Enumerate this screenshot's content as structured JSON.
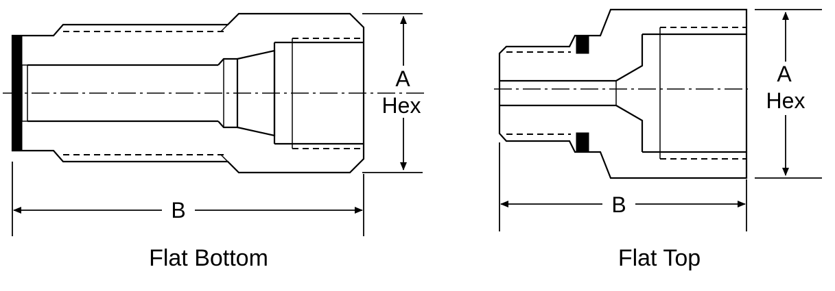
{
  "figures": [
    {
      "id": "flat-bottom",
      "caption": "Flat Bottom",
      "dim_a_letter": "A",
      "dim_a_label": "Hex",
      "dim_b_letter": "B"
    },
    {
      "id": "flat-top",
      "caption": "Flat Top",
      "dim_a_letter": "A",
      "dim_a_label": "Hex",
      "dim_b_letter": "B"
    }
  ]
}
